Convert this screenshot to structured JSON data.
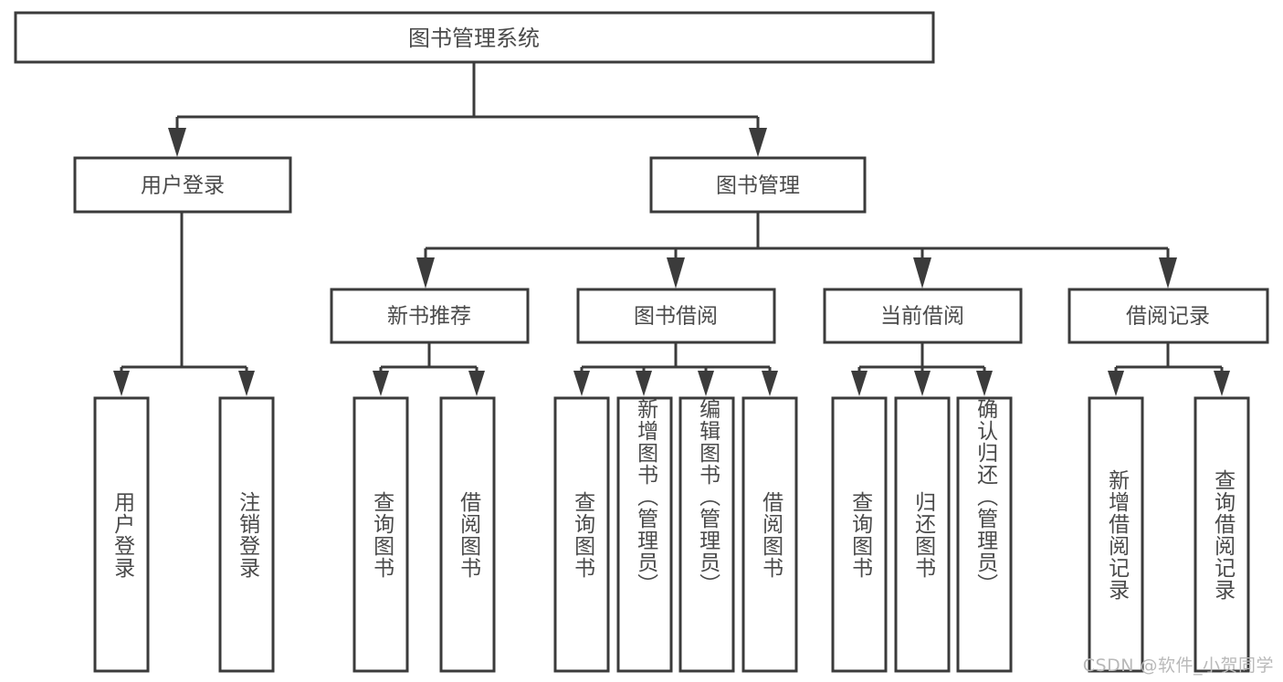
{
  "diagram": {
    "title": "图书管理系统",
    "type": "tree-hierarchy",
    "stroke_color": "#3b3b3b",
    "text_color": "#4a4a4a",
    "background_color": "#ffffff"
  },
  "nodes": {
    "root": {
      "label": "图书管理系统"
    },
    "level1": [
      {
        "label": "用户登录"
      },
      {
        "label": "图书管理"
      }
    ],
    "level2": [
      {
        "label": "新书推荐"
      },
      {
        "label": "图书借阅"
      },
      {
        "label": "当前借阅"
      },
      {
        "label": "借阅记录"
      }
    ],
    "leaves": [
      {
        "label": "用户登录"
      },
      {
        "label": "注销登录"
      },
      {
        "label": "查询图书"
      },
      {
        "label": "借阅图书"
      },
      {
        "label": "查询图书"
      },
      {
        "label": "新增图书（管理员）"
      },
      {
        "label": "编辑图书（管理员）"
      },
      {
        "label": "借阅图书"
      },
      {
        "label": "查询图书"
      },
      {
        "label": "归还图书"
      },
      {
        "label": "确认归还（管理员）"
      },
      {
        "label": "新增借阅记录"
      },
      {
        "label": "查询借阅记录"
      }
    ]
  },
  "watermark": {
    "text": "CSDN @软件_小贺同学"
  }
}
